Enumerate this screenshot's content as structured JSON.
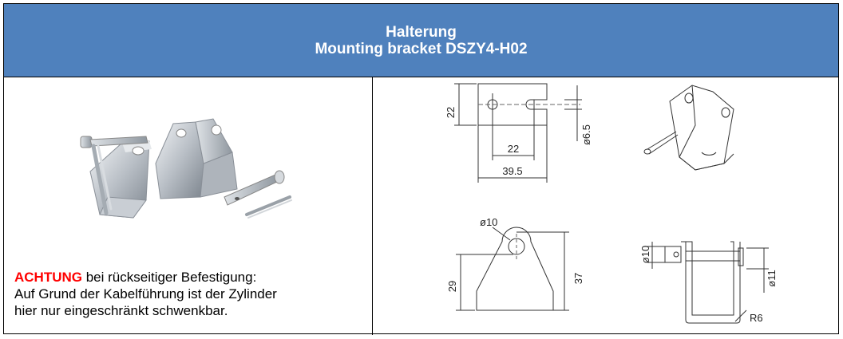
{
  "header": {
    "title_de": "Halterung",
    "title_en": "Mounting bracket DSZY4-H02"
  },
  "note": {
    "warning": "ACHTUNG",
    "line1_rest": " bei rückseitiger Befestigung:",
    "line2": "Auf Grund der Kabelführung ist der Zylinder",
    "line3": "hier nur eingeschränkt schwenkbar."
  },
  "drawing": {
    "dim_height_top": "22",
    "dim_hole_spacing": "22",
    "dim_width": "39.5",
    "dim_slot": "ø6.5",
    "dim_hole_dia": "ø10",
    "dim_inner_height": "29",
    "dim_total_height": "37",
    "dim_pin_dia": "ø10",
    "dim_pin_outer": "ø11",
    "dim_radius": "R6"
  },
  "colors": {
    "header_bg": "#4f81bd",
    "warning": "#ff0000"
  }
}
